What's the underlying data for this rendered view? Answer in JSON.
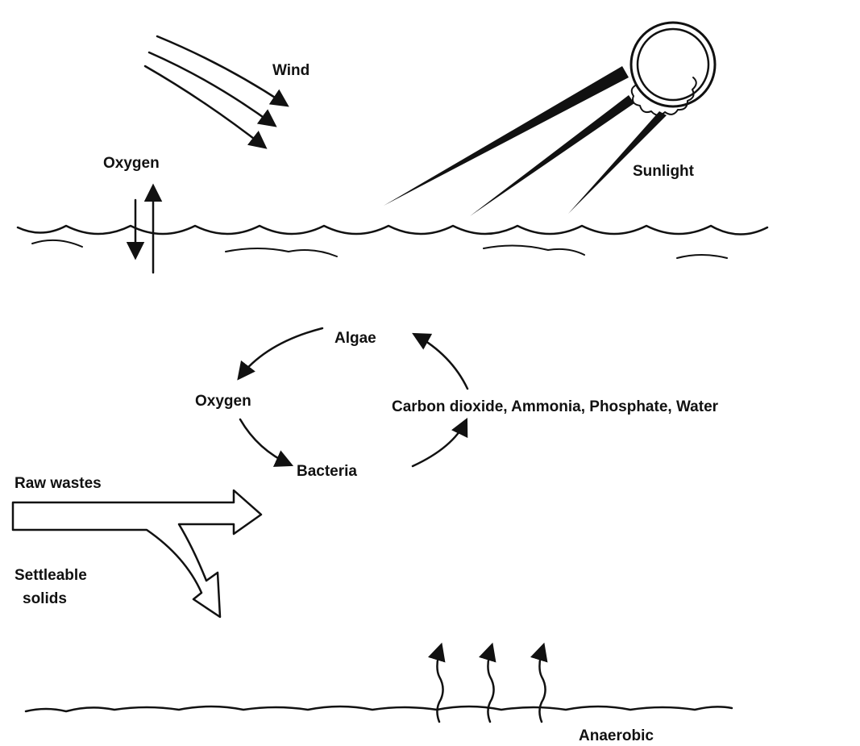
{
  "labels": {
    "wind": "Wind",
    "oxygen_surface": "Oxygen",
    "sunlight": "Sunlight",
    "algae": "Algae",
    "oxygen_cycle": "Oxygen",
    "nutrients": "Carbon dioxide, Ammonia, Phosphate, Water",
    "bacteria": "Bacteria",
    "raw_wastes": "Raw wastes",
    "settleable_line1": "Settleable",
    "settleable_line2": "solids",
    "anaerobic": "Anaerobic"
  },
  "colors": {
    "ink": "#111111",
    "paper": "#ffffff"
  }
}
